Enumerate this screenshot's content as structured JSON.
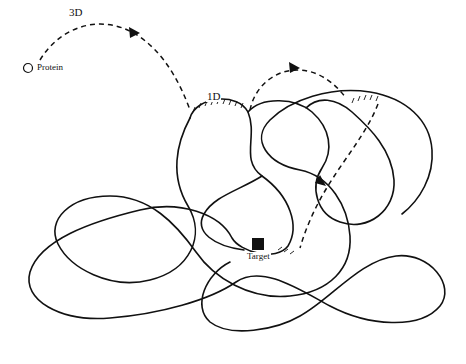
{
  "diagram": {
    "nodes": [
      {
        "text": [
          "Protein"
        ]
      },
      {
        "text": [
          "Target"
        ]
      }
    ],
    "labels": [
      "3D",
      "1D"
    ]
  }
}
